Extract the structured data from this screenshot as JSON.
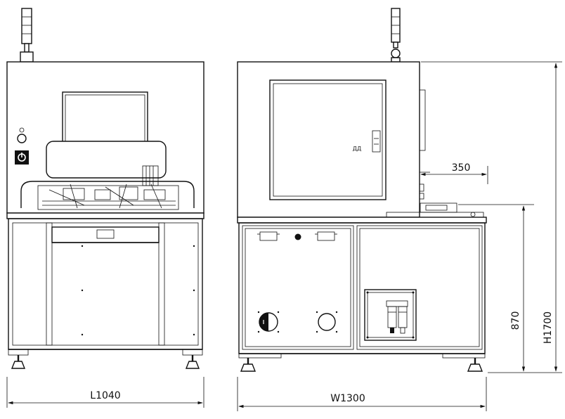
{
  "drawing": {
    "front_view": {
      "width_label": "L1040"
    },
    "side_view": {
      "width_label": "W1300",
      "height_label": "H1700",
      "table_height_label": "870",
      "offset_label": "350",
      "panel_mark": "ДД"
    }
  }
}
